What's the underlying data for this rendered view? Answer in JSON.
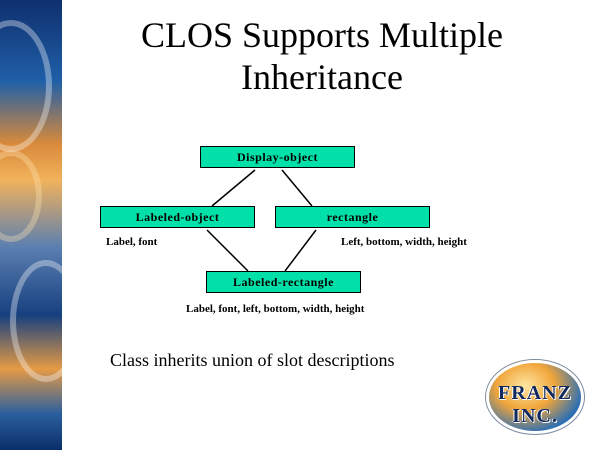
{
  "title": [
    "CLOS Supports Multiple",
    "Inheritance"
  ],
  "diagram": {
    "nodes": {
      "display_object": "Display-object",
      "labeled_object": "Labeled-object",
      "rectangle": "rectangle",
      "labeled_rectangle": "Labeled-rectangle"
    },
    "slots": {
      "labeled_object": "Label, font",
      "rectangle": "Left, bottom, width, height",
      "labeled_rectangle": "Label, font, left, bottom, width, height"
    },
    "box_color": "#00e0a8"
  },
  "caption": "Class inherits union of slot descriptions",
  "logo": {
    "text": "FRANZ INC."
  }
}
